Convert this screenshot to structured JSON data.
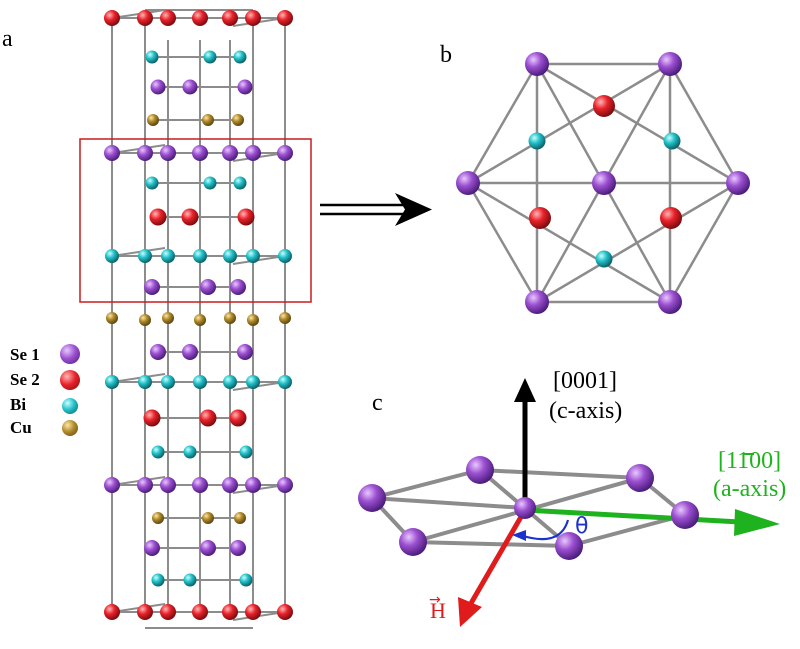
{
  "panels": {
    "a": "a",
    "b": "b",
    "c": "c"
  },
  "legend": [
    {
      "label": "Se 1",
      "color": "#8e44c2"
    },
    {
      "label": "Se 2",
      "color": "#e8222a"
    },
    {
      "label": "Bi",
      "color": "#22c0c8"
    },
    {
      "label": "Cu",
      "color": "#b08a2a"
    }
  ],
  "axes": {
    "c_index": "[0001]",
    "c_name": "(c-axis)",
    "a_index": "[1100]",
    "a_name": "(a-axis)",
    "angle_symbol": "θ",
    "field_symbol": "H"
  },
  "colors": {
    "frame": "#cc1b1b",
    "bond": "#8c8c8c",
    "c_axis": "#000000",
    "a_axis": "#1fb21f",
    "field": "#e01b1b",
    "angle_arc": "#1a33cc"
  }
}
